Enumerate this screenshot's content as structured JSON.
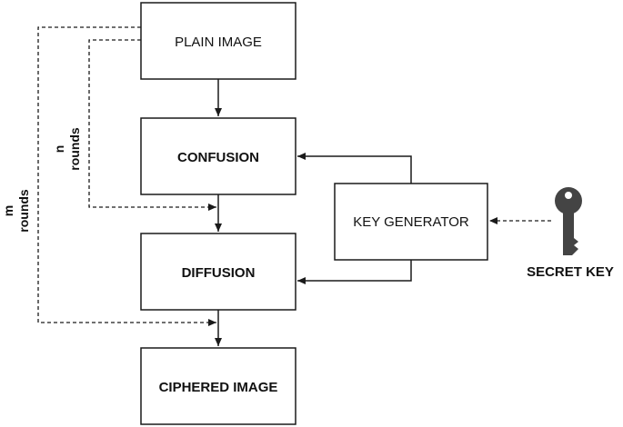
{
  "nodes": {
    "plain": "PLAIN IMAGE",
    "confusion": "CONFUSION",
    "diffusion": "DIFFUSION",
    "ciphered": "CIPHERED IMAGE",
    "keygen": "KEY GENERATOR",
    "secret_key": "SECRET KEY"
  },
  "loops": {
    "inner": {
      "count": "n",
      "unit": "rounds"
    },
    "outer": {
      "count": "m",
      "unit": "rounds"
    }
  },
  "icons": {
    "key": "key-icon"
  },
  "colors": {
    "stroke": "#1a1a1a",
    "key": "#444444"
  }
}
